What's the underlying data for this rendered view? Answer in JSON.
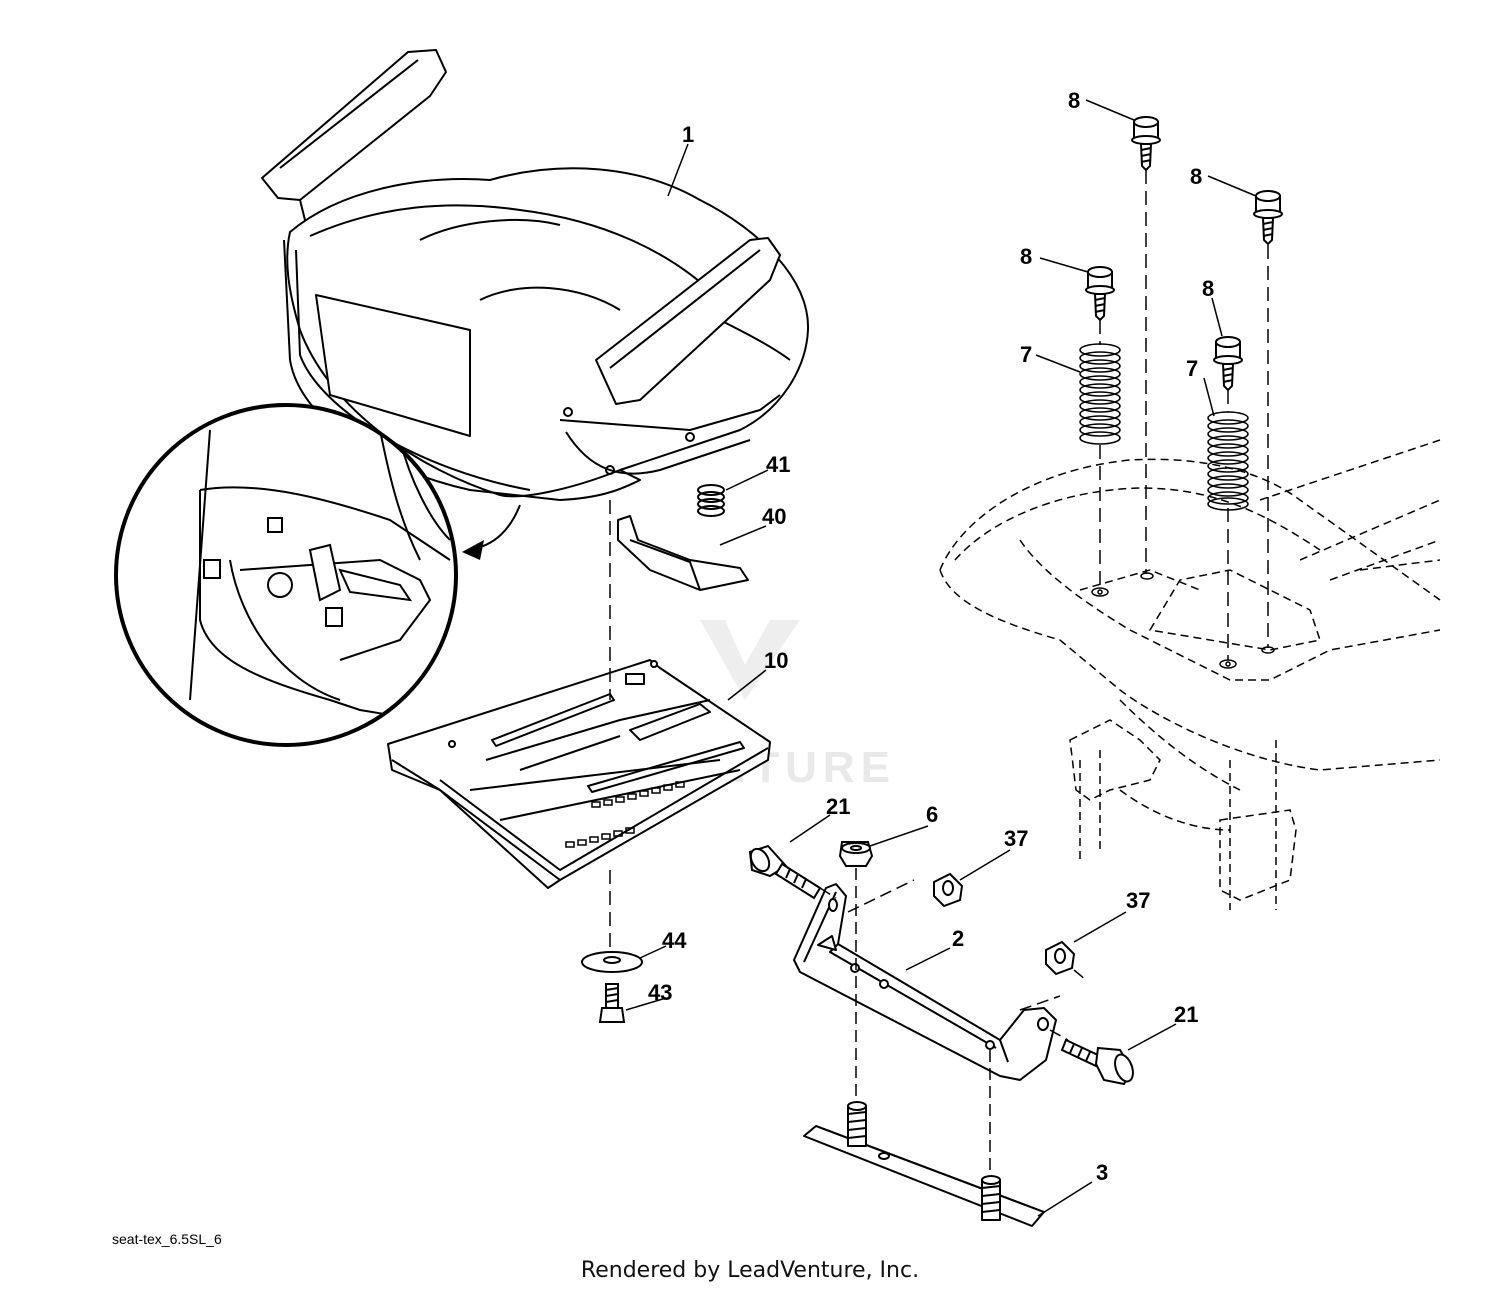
{
  "watermark": "LEADVENTURE",
  "callouts": [
    {
      "id": "seat",
      "label": "1"
    },
    {
      "id": "bolt-top-center",
      "label": "8"
    },
    {
      "id": "bolt-top-right",
      "label": "8"
    },
    {
      "id": "bolt-left",
      "label": "8"
    },
    {
      "id": "bolt-right",
      "label": "8"
    },
    {
      "id": "spring-left",
      "label": "7"
    },
    {
      "id": "spring-right",
      "label": "7"
    },
    {
      "id": "small-spring",
      "label": "41"
    },
    {
      "id": "clip",
      "label": "40"
    },
    {
      "id": "seat-pan",
      "label": "10"
    },
    {
      "id": "bolt-21-left",
      "label": "21"
    },
    {
      "id": "nut-6",
      "label": "6"
    },
    {
      "id": "nut-37-top",
      "label": "37"
    },
    {
      "id": "nut-37-bottom",
      "label": "37"
    },
    {
      "id": "bracket",
      "label": "2"
    },
    {
      "id": "washer",
      "label": "44"
    },
    {
      "id": "screw",
      "label": "43"
    },
    {
      "id": "bolt-21-right",
      "label": "21"
    },
    {
      "id": "plate",
      "label": "3"
    }
  ],
  "drawing_id": "seat-tex_6.5SL_6",
  "credit": "Rendered by LeadVenture, Inc."
}
